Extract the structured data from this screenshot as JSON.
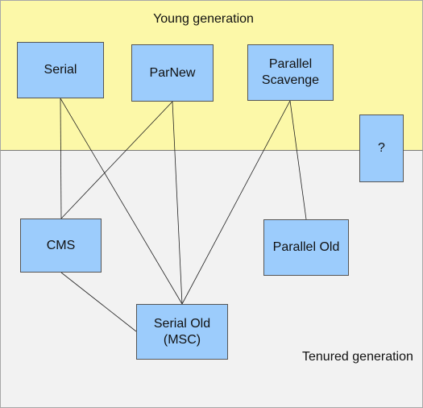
{
  "colors": {
    "young_region": "#fcf8a8",
    "tenured_region": "#f2f2f2",
    "node_fill": "#9cccfc",
    "link_stroke": "#222222"
  },
  "regions": {
    "young_label": "Young generation",
    "tenured_label": "Tenured generation"
  },
  "nodes": {
    "serial": "Serial",
    "parnew": "ParNew",
    "parallel_scavenge": "Parallel\nScavenge",
    "unknown": "?",
    "cms": "CMS",
    "parallel_old": "Parallel Old",
    "serial_old": "Serial Old\n(MSC)"
  },
  "links": [
    {
      "from": "serial",
      "to": "cms"
    },
    {
      "from": "serial",
      "to": "serial_old"
    },
    {
      "from": "parnew",
      "to": "cms"
    },
    {
      "from": "parnew",
      "to": "serial_old"
    },
    {
      "from": "parallel_scavenge",
      "to": "serial_old"
    },
    {
      "from": "parallel_scavenge",
      "to": "parallel_old"
    },
    {
      "from": "cms",
      "to": "serial_old"
    }
  ]
}
